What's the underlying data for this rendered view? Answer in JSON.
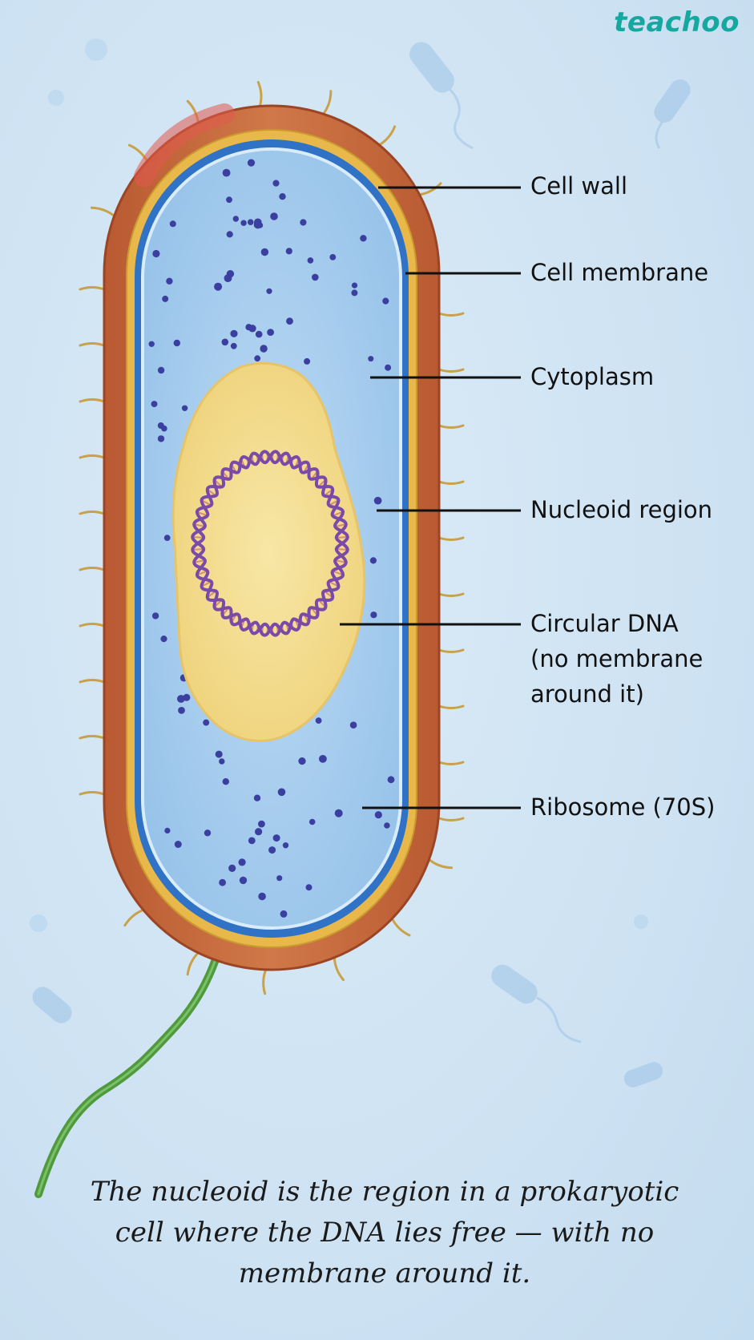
{
  "brand": "teachoo",
  "labels": {
    "cell_wall": "Cell wall",
    "cell_membrane": "Cell membrane",
    "cytoplasm": "Cytoplasm",
    "nucleoid": "Nucleoid region",
    "dna_line1": "Circular DNA",
    "dna_line2": "(no membrane",
    "dna_line3": "around it)",
    "ribosome": "Ribosome (70S)"
  },
  "caption": {
    "line1": "The nucleoid is the region in a prokaryotic",
    "line2": "cell where the DNA lies free — with no",
    "line3": "membrane around it."
  },
  "colors": {
    "cell_wall": "#c8693f",
    "yellow_layer": "#e8b94a",
    "membrane": "#2f72c6",
    "cytoplasm": "#a9cfee",
    "nucleoid": "#f3dc8a",
    "dna": "#7a4aa8",
    "flagellum": "#4f9a3c",
    "ribosome": "#3b3fa0"
  }
}
